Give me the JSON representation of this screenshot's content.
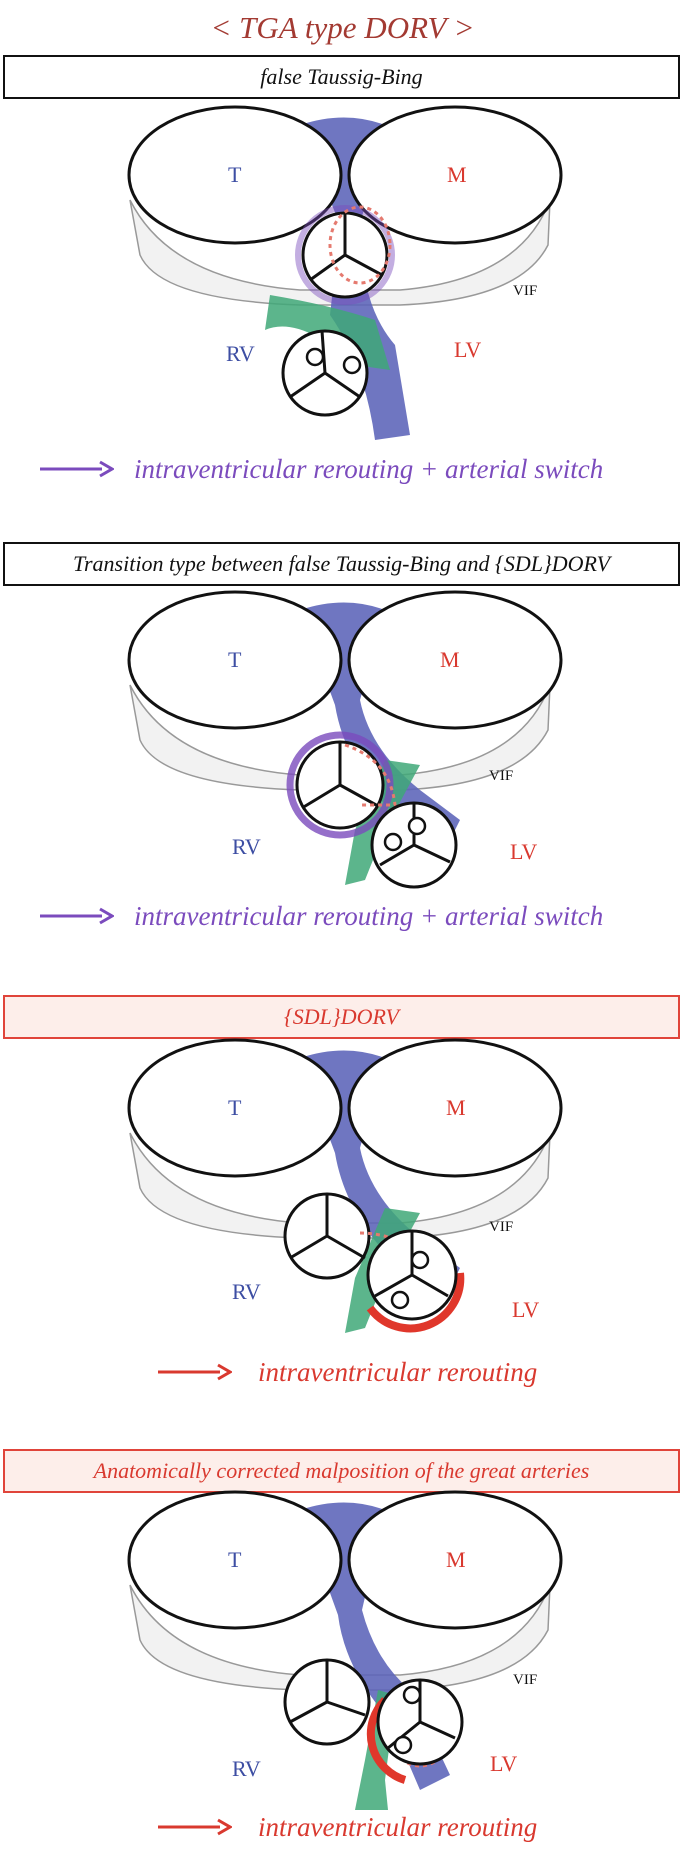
{
  "title": "< TGA type DORV >",
  "panels": [
    {
      "heading": "false Taussig-Bing",
      "style": "black",
      "labels": {
        "t": "T",
        "m": "M",
        "vif": "VIF",
        "rv": "RV",
        "lv": "LV"
      },
      "result": "intraventricular rerouting + arterial switch",
      "result_color": "#7b4bbd"
    },
    {
      "heading": "Transition type between false Taussig-Bing and {SDL}DORV",
      "style": "black",
      "labels": {
        "t": "T",
        "m": "M",
        "vif": "VIF",
        "rv": "RV",
        "lv": "LV"
      },
      "result": "intraventricular rerouting + arterial switch",
      "result_color": "#7b4bbd"
    },
    {
      "heading": "{SDL}DORV",
      "style": "red",
      "labels": {
        "t": "T",
        "m": "M",
        "vif": "VIF",
        "rv": "RV",
        "lv": "LV"
      },
      "result": "intraventricular rerouting",
      "result_color": "#d9392f"
    },
    {
      "heading": "Anatomically corrected malposition of the great arteries",
      "style": "red",
      "labels": {
        "t": "T",
        "m": "M",
        "vif": "VIF",
        "rv": "RV",
        "lv": "LV"
      },
      "result": "intraventricular rerouting",
      "result_color": "#d9392f"
    }
  ],
  "colors": {
    "blue_band": "#5b63b8",
    "green_band": "#3fa878",
    "purple_ring": "#7b4bbd",
    "red_ring": "#e0372b",
    "label_blue": "#3d4ea3",
    "label_red": "#d9392f"
  }
}
